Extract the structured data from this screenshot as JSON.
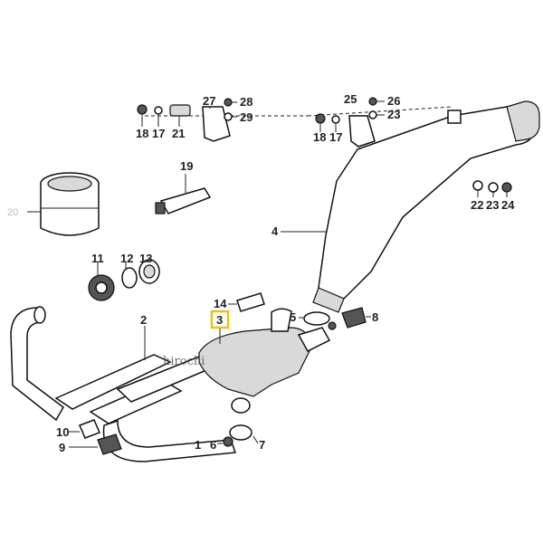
{
  "diagram": {
    "labels": {
      "p1": "1",
      "p2": "2",
      "p3": "3",
      "p4": "4",
      "p5": "5",
      "p6": "6",
      "p7": "7",
      "p8": "8",
      "p9": "9",
      "p10": "10",
      "p11": "11",
      "p12": "12",
      "p13": "13",
      "p14": "14",
      "p15": "15",
      "p16": "16",
      "p17a": "17",
      "p17b": "17",
      "p18a": "18",
      "p18b": "18",
      "p19": "19",
      "p20": "20",
      "p21": "21",
      "p22": "22",
      "p23a": "23",
      "p23b": "23",
      "p24": "24",
      "p25": "25",
      "p26": "26",
      "p27": "27",
      "p28": "28",
      "p29": "29"
    },
    "highlight_color": "#e8c21a",
    "watermark": "hirochi"
  }
}
